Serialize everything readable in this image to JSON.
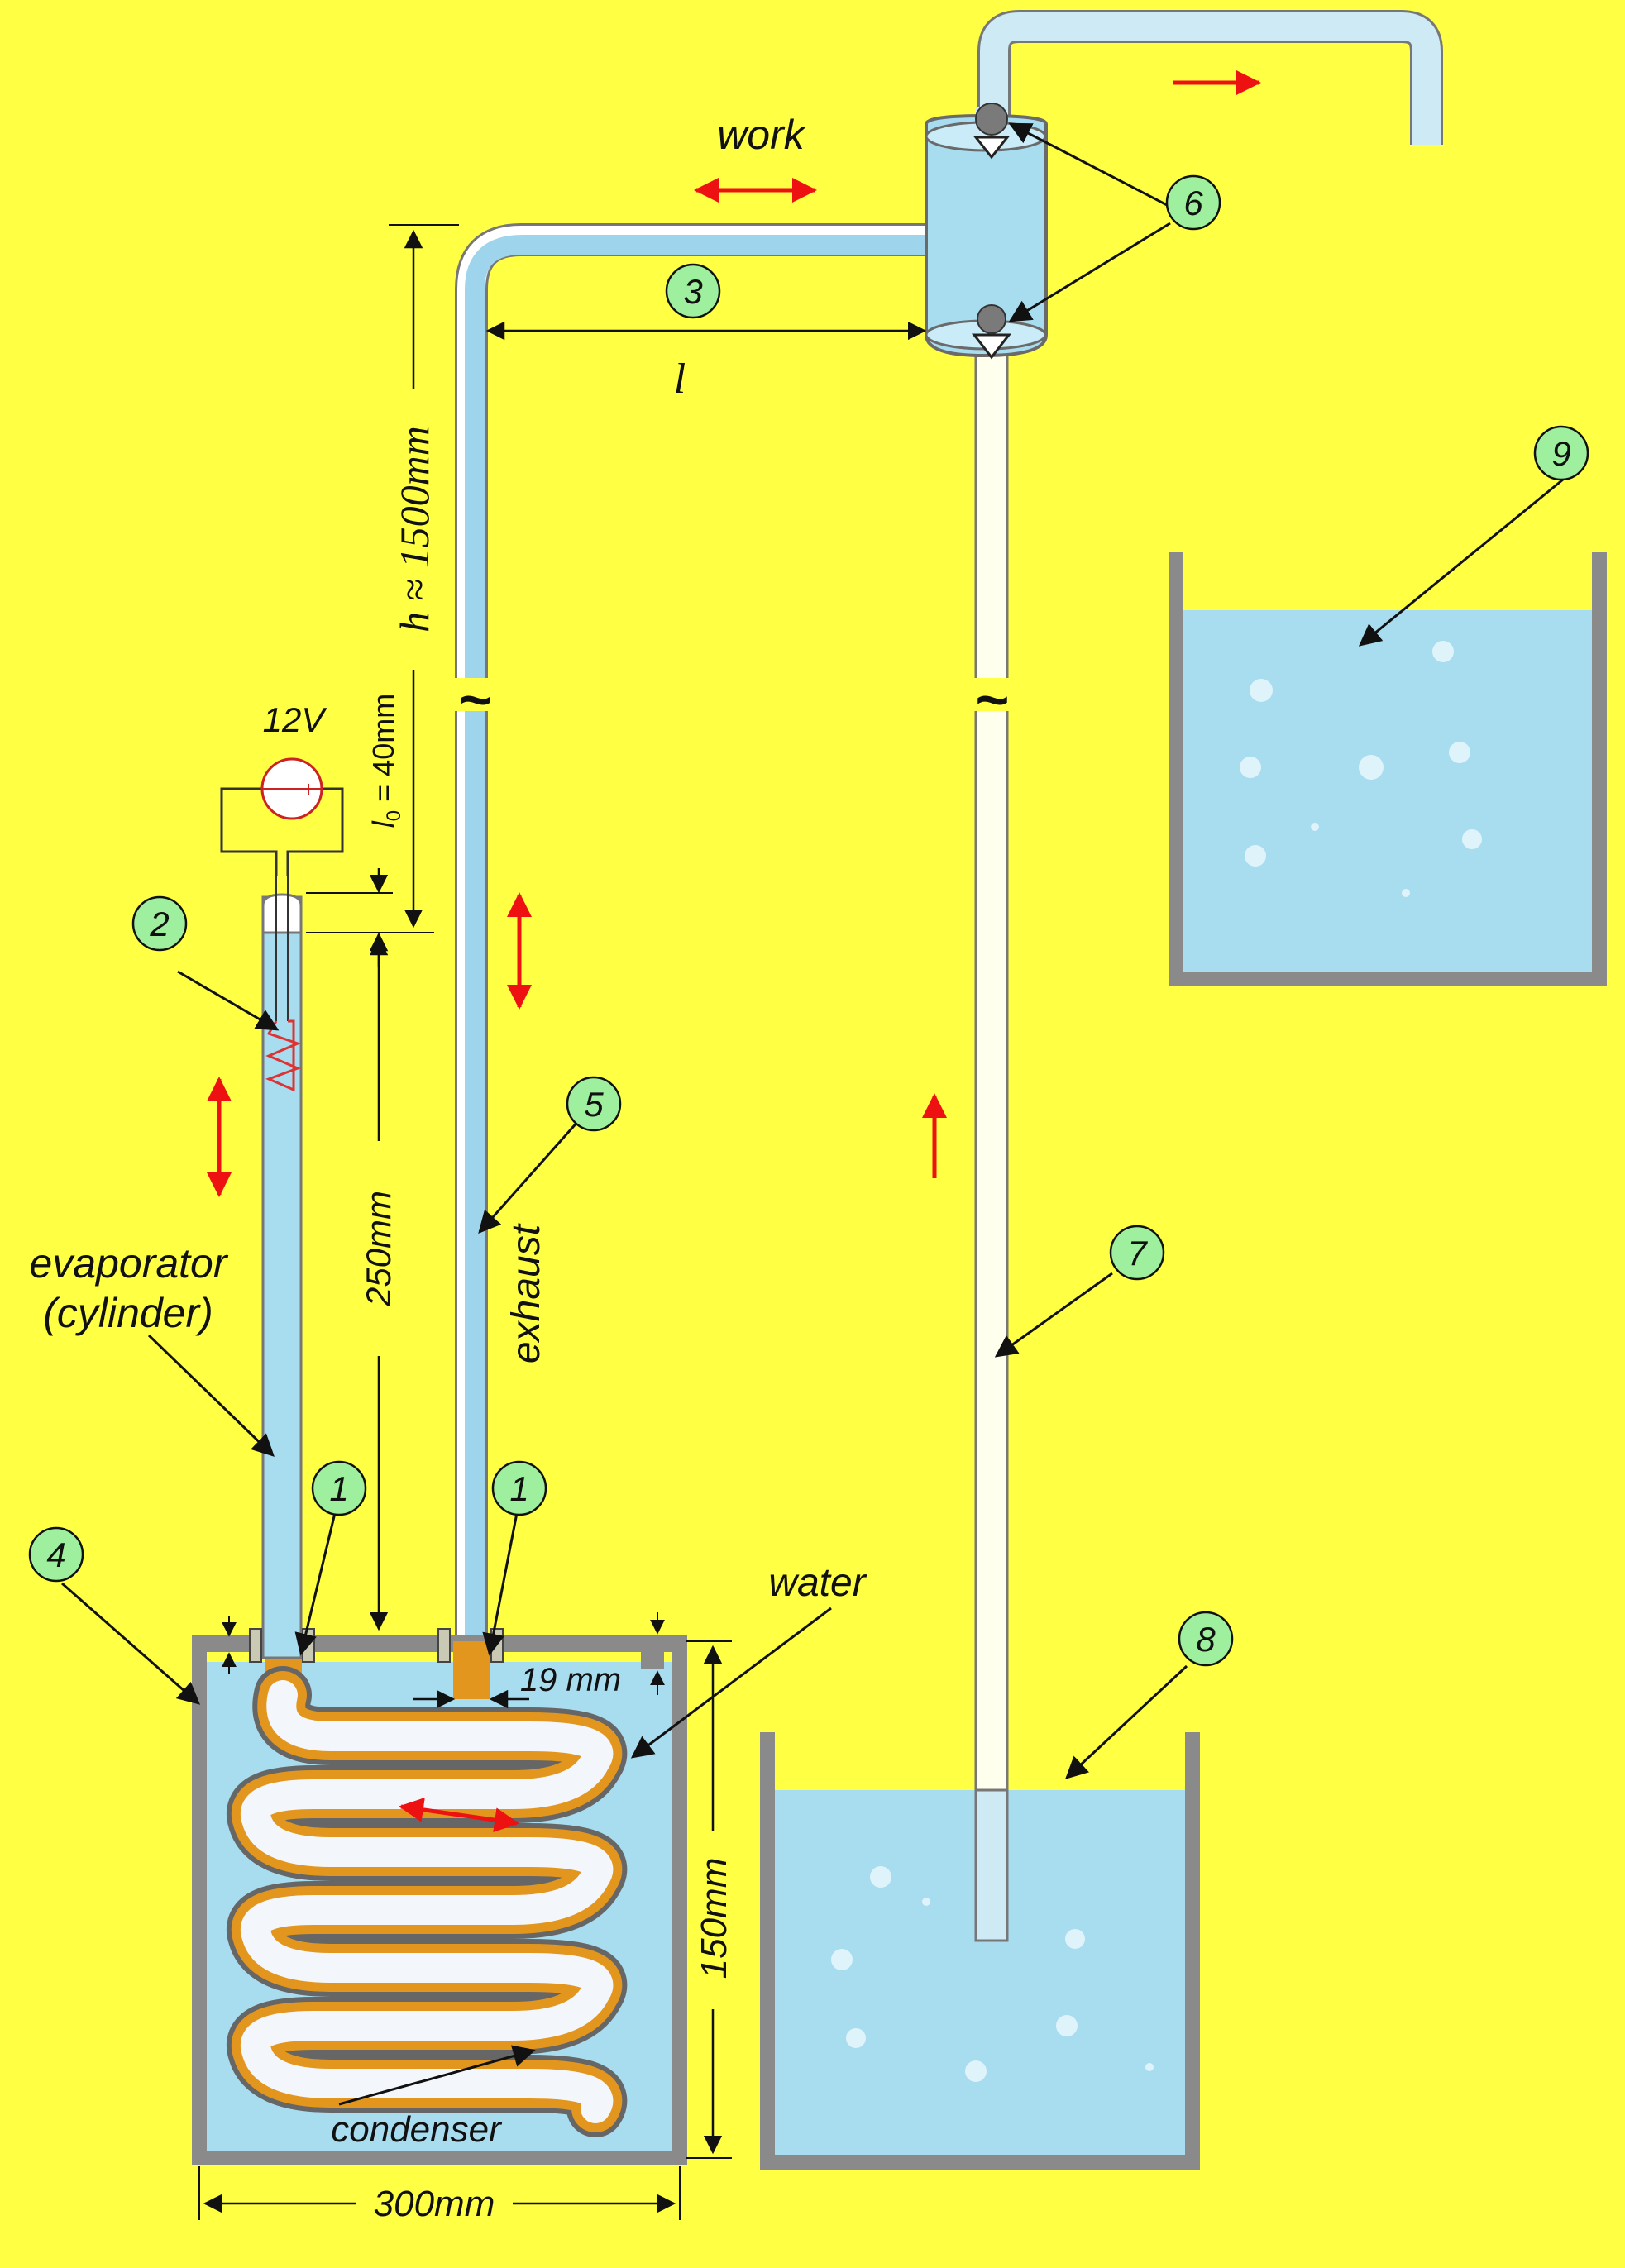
{
  "labels": {
    "work": "work",
    "evaporator_line1": "evaporator",
    "evaporator_line2": "(cylinder)",
    "exhaust": "exhaust",
    "water": "water",
    "condenser": "condenser",
    "voltage": "12V",
    "minus": "−",
    "plus": "+",
    "l_symbol": "l",
    "tilde": "~"
  },
  "dimensions": {
    "height_total": "h ≈ 1500mm",
    "l0": "l",
    "l0_sub": "0",
    "l0_value": " = 40mm",
    "evaporator_len": "250mm",
    "pipe_diameter": "19 mm",
    "tank_height": "150mm",
    "tank_width": "300mm"
  },
  "markers": {
    "m1a": "1",
    "m1b": "1",
    "m2": "2",
    "m3": "3",
    "m4": "4",
    "m5": "5",
    "m6": "6",
    "m7": "7",
    "m8": "8",
    "m9": "9"
  },
  "colors": {
    "background": "#ffff44",
    "water": "#a8dcef",
    "pipe": "#b7e3f3",
    "wall": "#808080",
    "copper": "#e3961e",
    "marker_fill": "#9ef09e",
    "arrow_red": "#ee1111"
  }
}
